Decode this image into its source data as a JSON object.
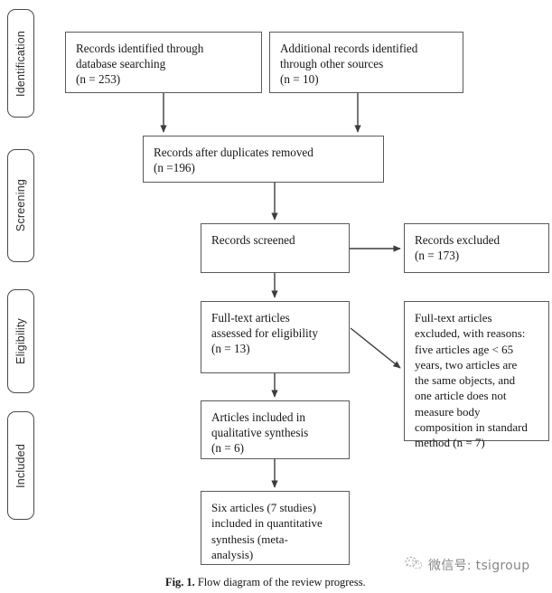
{
  "figure": {
    "caption_label": "Fig. 1.",
    "caption_text": "Flow diagram of the review progress.",
    "background_color": "#ffffff",
    "line_color": "#5a5a5a"
  },
  "stages": [
    {
      "id": "identification",
      "label": "Identification"
    },
    {
      "id": "screening",
      "label": "Screening"
    },
    {
      "id": "eligibility",
      "label": "Eligibility"
    },
    {
      "id": "included",
      "label": "Included"
    }
  ],
  "nodes": {
    "database_records": {
      "text": "Records identified through\ndatabase searching\n(n = 253)",
      "count": 253
    },
    "other_records": {
      "text": "Additional records identified\nthrough other sources\n(n = 10)",
      "count": 10
    },
    "duplicates_removed": {
      "text": "Records after duplicates removed\n(n =196)",
      "count": 196
    },
    "records_screened": {
      "text": "Records screened",
      "count": null
    },
    "records_excluded": {
      "text": "Records excluded\n(n = 173)",
      "count": 173
    },
    "fulltext_assessed": {
      "text": "Full-text articles\nassessed for eligibility\n(n = 13)",
      "count": 13
    },
    "fulltext_excluded": {
      "text": "Full-text articles\nexcluded, with reasons:\nfive articles age < 65\nyears, two articles are\nthe same objects, and\none article does not\nmeasure body\ncomposition in standard\nmethod (n = 7)",
      "count": 7
    },
    "qualitative_synthesis": {
      "text": "Articles included in\nqualitative synthesis\n(n = 6)",
      "count": 6
    },
    "quantitative_synthesis": {
      "text": "Six articles (7 studies)\nincluded in quantitative\nsynthesis (meta-\nanalysis)",
      "count": 7
    }
  },
  "watermark": {
    "icon": "wechat-icon",
    "text": "微信号: tsigroup"
  },
  "chart_data": {
    "type": "diagram",
    "title": "Flow diagram of the review progress.",
    "diagram_kind": "PRISMA flow diagram",
    "stages": [
      "Identification",
      "Screening",
      "Eligibility",
      "Included"
    ],
    "nodes": [
      {
        "id": "database_records",
        "stage": "Identification",
        "label": "Records identified through database searching",
        "n": 253
      },
      {
        "id": "other_records",
        "stage": "Identification",
        "label": "Additional records identified through other sources",
        "n": 10
      },
      {
        "id": "duplicates_removed",
        "stage": "Screening",
        "label": "Records after duplicates removed",
        "n": 196
      },
      {
        "id": "records_screened",
        "stage": "Screening",
        "label": "Records screened",
        "n": null
      },
      {
        "id": "records_excluded",
        "stage": "Screening",
        "label": "Records excluded",
        "n": 173
      },
      {
        "id": "fulltext_assessed",
        "stage": "Eligibility",
        "label": "Full-text articles assessed for eligibility",
        "n": 13
      },
      {
        "id": "fulltext_excluded",
        "stage": "Eligibility",
        "label": "Full-text articles excluded, with reasons: five articles age < 65 years, two articles are the same objects, and one article does not measure body composition in standard method",
        "n": 7
      },
      {
        "id": "qualitative_synthesis",
        "stage": "Included",
        "label": "Articles included in qualitative synthesis",
        "n": 6
      },
      {
        "id": "quantitative_synthesis",
        "stage": "Included",
        "label": "Six articles (7 studies) included in quantitative synthesis (meta-analysis)",
        "n": 7
      }
    ],
    "edges": [
      {
        "from": "database_records",
        "to": "duplicates_removed"
      },
      {
        "from": "other_records",
        "to": "duplicates_removed"
      },
      {
        "from": "duplicates_removed",
        "to": "records_screened"
      },
      {
        "from": "records_screened",
        "to": "records_excluded"
      },
      {
        "from": "records_screened",
        "to": "fulltext_assessed"
      },
      {
        "from": "fulltext_assessed",
        "to": "fulltext_excluded"
      },
      {
        "from": "fulltext_assessed",
        "to": "qualitative_synthesis"
      },
      {
        "from": "qualitative_synthesis",
        "to": "quantitative_synthesis"
      }
    ]
  }
}
